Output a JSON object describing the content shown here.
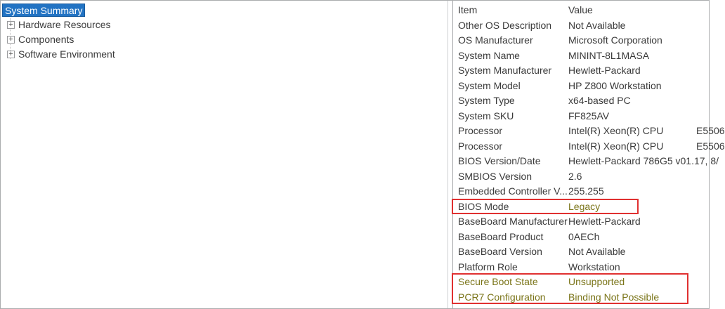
{
  "colors": {
    "selection_blue": "#2273c3",
    "selection_border": "#1a5c9e",
    "annotation_red": "#e03030",
    "highlight_olive": "#7a7418"
  },
  "icons": {
    "expand_plus": "+"
  },
  "sidebar": {
    "items": [
      {
        "label": "System Summary",
        "selected": true,
        "expander": false
      },
      {
        "label": "Hardware Resources",
        "selected": false,
        "expander": true
      },
      {
        "label": "Components",
        "selected": false,
        "expander": true
      },
      {
        "label": "Software Environment",
        "selected": false,
        "expander": true
      }
    ]
  },
  "table": {
    "columns": [
      "Item",
      "Value"
    ],
    "rows": [
      {
        "item": "Other OS Description",
        "value": "Not Available"
      },
      {
        "item": "OS Manufacturer",
        "value": "Microsoft Corporation"
      },
      {
        "item": "System Name",
        "value": "MININT-8L1MASA"
      },
      {
        "item": "System Manufacturer",
        "value": "Hewlett-Packard"
      },
      {
        "item": "System Model",
        "value": "HP Z800 Workstation"
      },
      {
        "item": "System Type",
        "value": "x64-based PC"
      },
      {
        "item": "System SKU",
        "value": "FF825AV"
      },
      {
        "item": "Processor",
        "value": "Intel(R) Xeon(R) CPU            E5506"
      },
      {
        "item": "Processor",
        "value": "Intel(R) Xeon(R) CPU            E5506"
      },
      {
        "item": "BIOS Version/Date",
        "value": "Hewlett-Packard 786G5 v01.17, 8/"
      },
      {
        "item": "SMBIOS Version",
        "value": "2.6"
      },
      {
        "item": "Embedded Controller V...",
        "value": "255.255"
      },
      {
        "item": "BIOS Mode",
        "value": "Legacy",
        "value_highlight": true,
        "red_box": "single"
      },
      {
        "item": "BaseBoard Manufacturer",
        "value": "Hewlett-Packard"
      },
      {
        "item": "BaseBoard Product",
        "value": "0AECh"
      },
      {
        "item": "BaseBoard Version",
        "value": "Not Available"
      },
      {
        "item": "Platform Role",
        "value": "Workstation"
      },
      {
        "item": "Secure Boot State",
        "value": "Unsupported",
        "row_highlight": true,
        "red_box": "group"
      },
      {
        "item": "PCR7 Configuration",
        "value": "Binding Not Possible",
        "row_highlight": true,
        "red_box": "group"
      }
    ]
  }
}
